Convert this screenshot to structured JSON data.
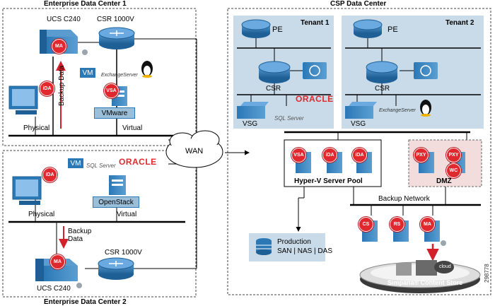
{
  "enterprise_dc1": {
    "title": "Enterprise Data Center 1",
    "ucs_label": "UCS C240",
    "csr_label": "CSR 1000V",
    "backup_label": "Backup Data",
    "physical_label": "Physical",
    "virtual_label": "Virtual",
    "vm_label": "VM",
    "vmware_label": "VMware",
    "exchange_label": "ExchangeServer",
    "badges": {
      "ida": "iDA",
      "ma": "MA",
      "vsa": "VSA"
    }
  },
  "enterprise_dc2": {
    "title": "Enterprise Data Center 2",
    "ucs_label": "UCS C240",
    "csr_label": "CSR 1000V",
    "backup_label": "Backup Data",
    "physical_label": "Physical",
    "virtual_label": "Virtual",
    "vm_label": "VM",
    "openstack_label": "OpenStack",
    "oracle_label": "ORACLE",
    "sql_label": "SQL Server",
    "badges": {
      "ida": "iDA",
      "ma": "MA"
    }
  },
  "wan_label": "WAN",
  "csp": {
    "title": "CSP Data Center",
    "tenant1": {
      "title": "Tenant 1",
      "pe": "PE",
      "csr": "CSR",
      "vsg": "VSG",
      "oracle": "ORACLE",
      "sql": "SQL Server"
    },
    "tenant2": {
      "title": "Tenant 2",
      "pe": "PE",
      "csr": "CSR",
      "vsg": "VSG",
      "exchange": "ExchangeServer"
    },
    "hyperv_label": "Hyper-V Server Pool",
    "hyperv_badges": [
      "VSA",
      "iDA",
      "iDA"
    ],
    "dmz_label": "DMZ",
    "dmz_badges": [
      "PXY",
      "PXY",
      "WC"
    ],
    "backup_network_label": "Backup Network",
    "backup_badges": [
      "CS",
      "RS",
      "MA"
    ],
    "production_label": "Production",
    "production_detail": "SAN | NAS | DAS",
    "content_store_label": "Simpana® Content Store",
    "cloud_label": "cloud"
  },
  "figure_id": "298778",
  "colors": {
    "tenant_bg": "#c9dbe8",
    "device_blue": "#2b78b6",
    "badge_red": "#e0282e",
    "dmz_bg": "#f2dcdc"
  }
}
